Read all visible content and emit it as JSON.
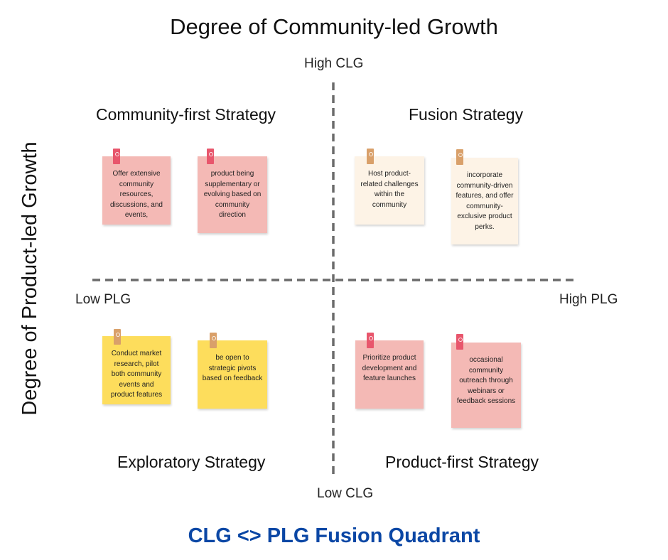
{
  "title": "Degree of Community-led Growth",
  "side_title": "Degree of Product-led Growth",
  "footer_title": "CLG <> PLG Fusion Quadrant",
  "axes": {
    "high_clg": "High CLG",
    "low_clg": "Low CLG",
    "low_plg": "Low PLG",
    "high_plg": "High PLG"
  },
  "quadrants": {
    "top_left": "Community-first Strategy",
    "top_right": "Fusion Strategy",
    "bottom_left": "Exploratory Strategy",
    "bottom_right": "Product-first Strategy"
  },
  "notes": {
    "n1": "Offer extensive community resources, discussions, and events,",
    "n2": "product being supplementary or evolving based on community direction",
    "n3": "Host product-related challenges within the community",
    "n4": "incorporate community-driven features, and offer community-exclusive product perks.",
    "n5": "Conduct market research, pilot both community events and product features",
    "n6": "be open to strategic pivots based on feedback",
    "n7": "Prioritize product development and feature launches",
    "n8": "occasional community outreach through webinars or feedback sessions"
  },
  "colors": {
    "pink_note": "#f4b9b5",
    "cream_note": "#fdf3e6",
    "yellow_note": "#fddd5c",
    "pink_pin": "#e8566c",
    "tan_pin": "#d9a06a",
    "title_blue": "#0b47a5",
    "axis_line": "#6b6b6b"
  }
}
